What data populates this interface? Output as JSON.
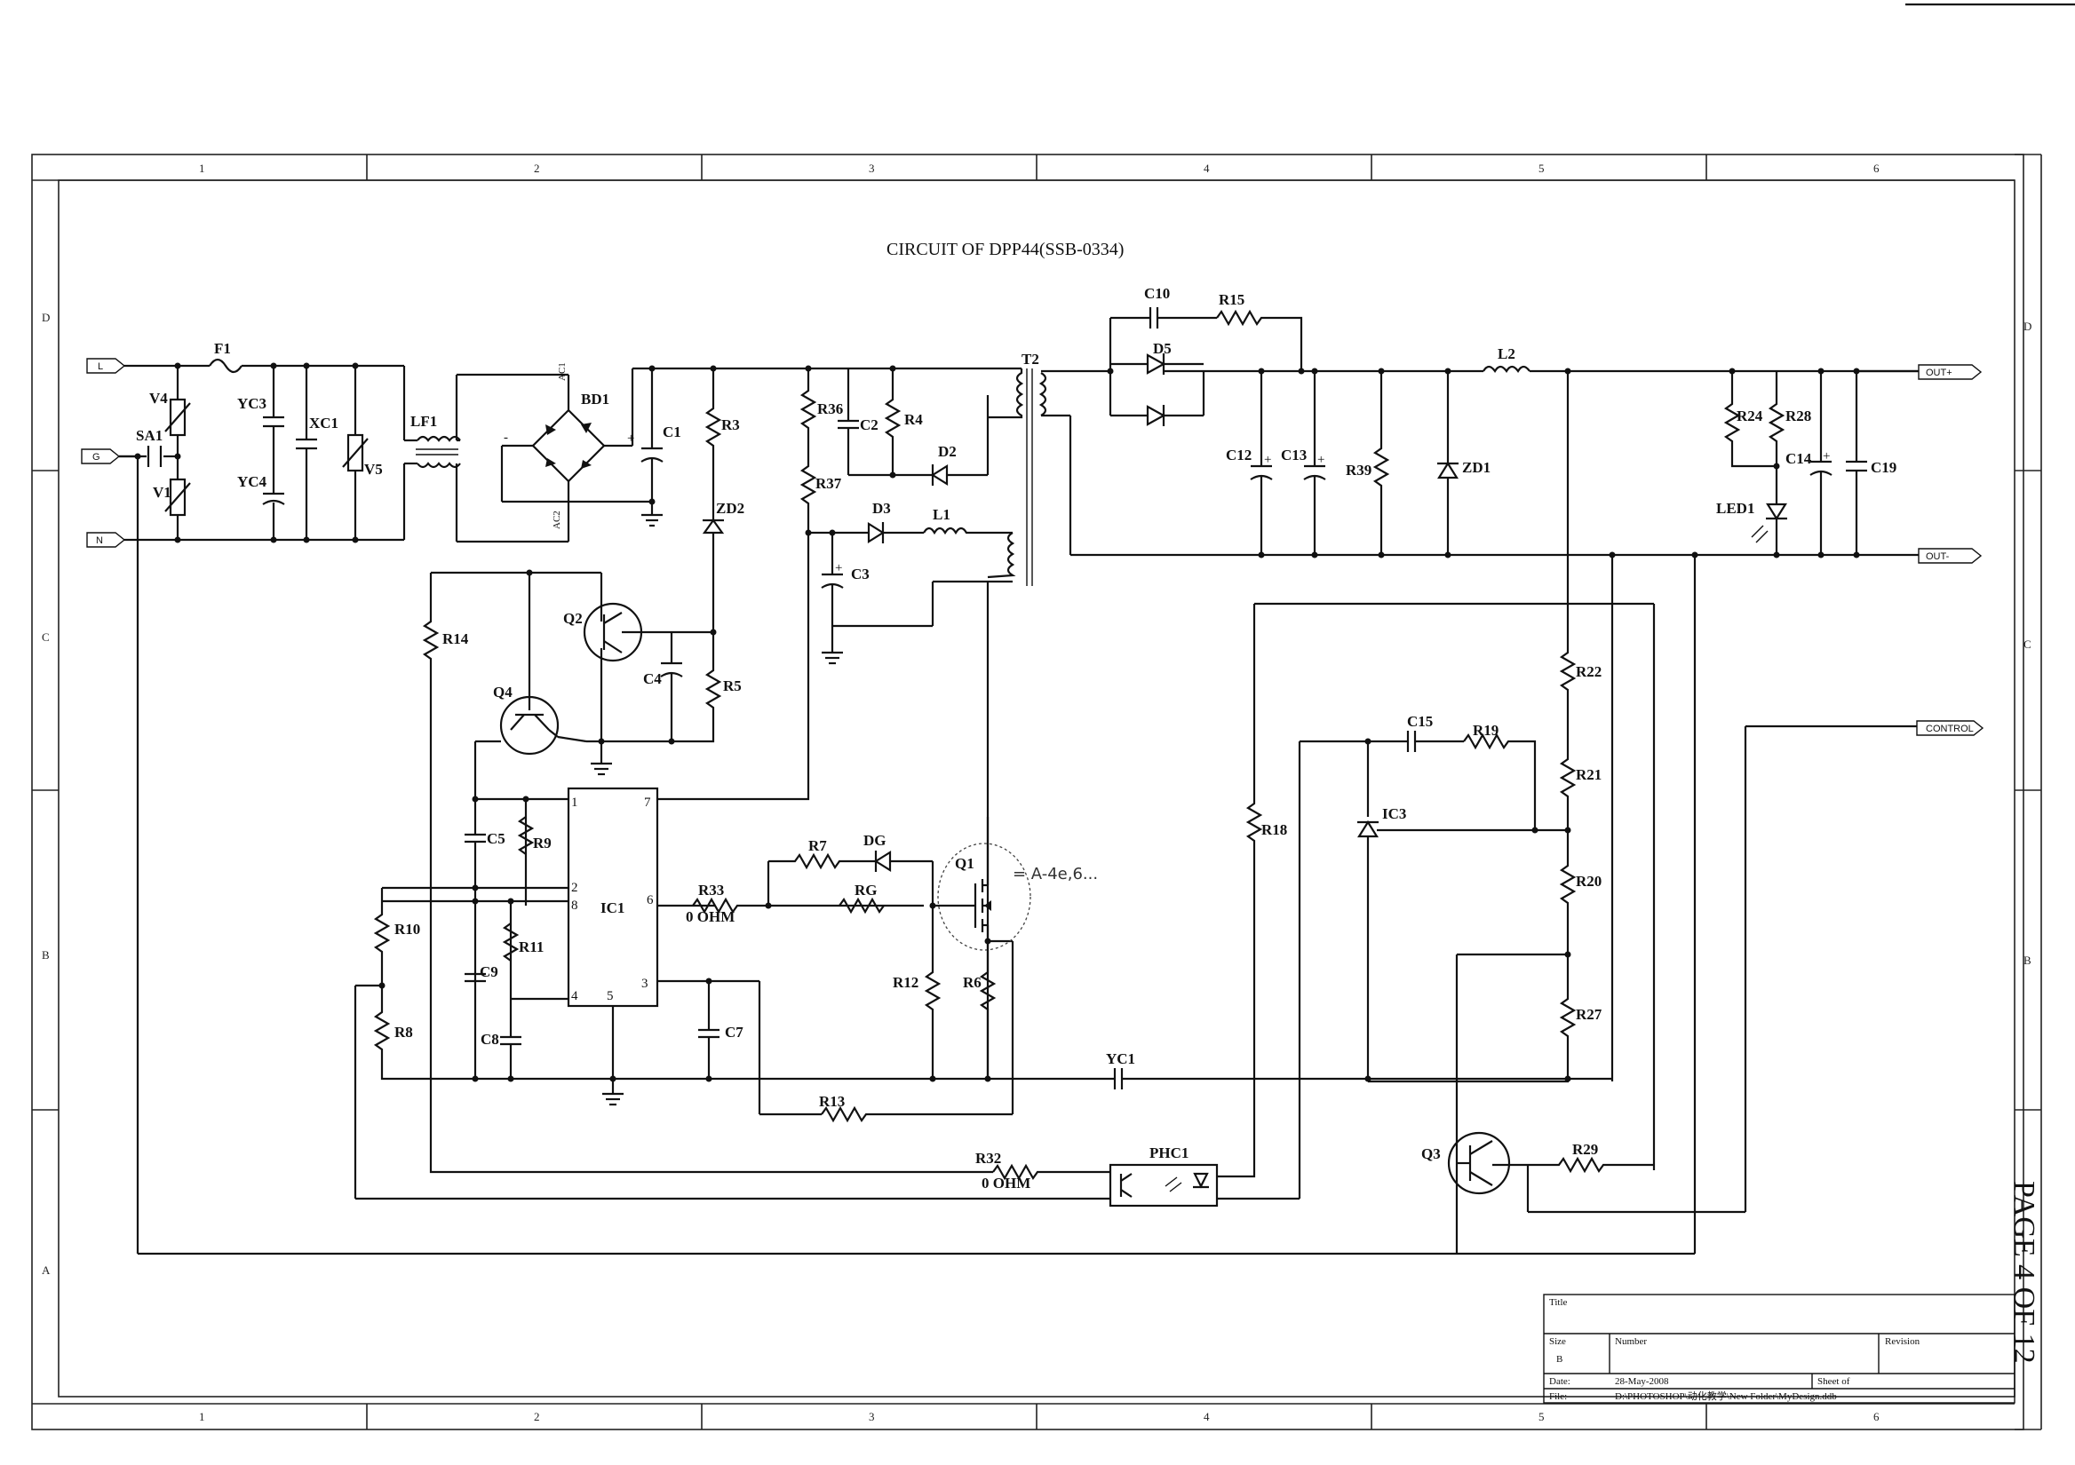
{
  "title": "CIRCUIT OF DPP44(SSB-0334)",
  "page_label": "PAGE 4 OF 12",
  "border": {
    "columns": [
      "1",
      "2",
      "3",
      "4",
      "5",
      "6"
    ],
    "rows": [
      "D",
      "C",
      "B",
      "A"
    ]
  },
  "title_block": {
    "title_label": "Title",
    "size_label": "Size",
    "size_value": "B",
    "number_label": "Number",
    "revision_label": "Revision",
    "date_label": "Date:",
    "date_value": "28-May-2008",
    "sheet_label": "Sheet    of",
    "file_label": "File:",
    "file_value": "D:\\PHOTOSHOP\\动化教学\\New Folder\\MyDesign.ddb"
  },
  "ports": {
    "L": "L",
    "G": "G",
    "N": "N",
    "out_pos": "OUT+",
    "out_neg": "OUT-",
    "control": "CONTROL"
  },
  "components": {
    "F1": "F1",
    "SA1": "SA1",
    "V4": "V4",
    "V1": "V1",
    "YC3": "YC3",
    "YC4": "YC4",
    "XC1": "XC1",
    "V5": "V5",
    "LF1": "LF1",
    "BD1": "BD1",
    "C1": "C1",
    "R3": "R3",
    "ZD2": "ZD2",
    "R36": "R36",
    "R37": "R37",
    "C2": "C2",
    "R4": "R4",
    "D2": "D2",
    "D3": "D3",
    "L1": "L1",
    "C3": "C3",
    "T2": "T2",
    "C10": "C10",
    "R15": "R15",
    "D5": "D5",
    "C12": "C12",
    "C13": "C13",
    "R39": "R39",
    "ZD1": "ZD1",
    "L2": "L2",
    "R24": "R24",
    "R28": "R28",
    "C14": "C14",
    "C19": "C19",
    "LED1": "LED1",
    "R14": "R14",
    "Q2": "Q2",
    "Q4": "Q4",
    "C4": "C4",
    "R5": "R5",
    "C5": "C5",
    "R9": "R9",
    "IC1": "IC1",
    "R10": "R10",
    "R11": "R11",
    "C9": "C9",
    "R8": "R8",
    "C8": "C8",
    "C7": "C7",
    "R33": "R33",
    "R33_val": "0 OHM",
    "R7": "R7",
    "DG": "DG",
    "RG": "RG",
    "Q1": "Q1",
    "R12": "R12",
    "R6": "R6",
    "R13": "R13",
    "YC1": "YC1",
    "R18": "R18",
    "C15": "C15",
    "R19": "R19",
    "IC3": "IC3",
    "R22": "R22",
    "R21": "R21",
    "R20": "R20",
    "R27": "R27",
    "R29": "R29",
    "Q3": "Q3",
    "R32": "R32",
    "R32_val": "0 OHM",
    "PHC1": "PHC1"
  },
  "ic1_pins": [
    "1",
    "7",
    "2",
    "8",
    "6",
    "4",
    "5",
    "3"
  ],
  "bd1_pins": [
    "AC1",
    "AC2",
    "+",
    "-"
  ],
  "handwritten_note": "= A-4e,6..."
}
